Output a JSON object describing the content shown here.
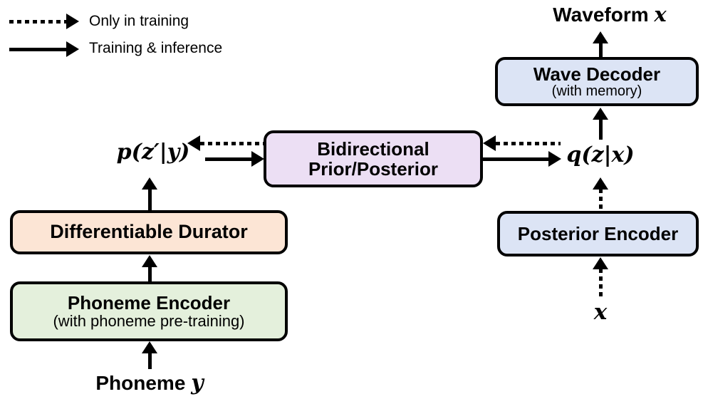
{
  "legend": {
    "items": [
      {
        "label": "Only in training",
        "style": "dotted"
      },
      {
        "label": "Training & inference",
        "style": "solid"
      }
    ]
  },
  "nodes": {
    "wave_decoder": {
      "title": "Wave Decoder",
      "subtitle": "(with memory)",
      "fill": "#dce4f5"
    },
    "bidirectional": {
      "title_line1": "Bidirectional",
      "title_line2": "Prior/Posterior",
      "fill": "#ecdff4"
    },
    "durator": {
      "title": "Differentiable Durator",
      "fill": "#fce5d5"
    },
    "phoneme_encoder": {
      "title": "Phoneme Encoder",
      "subtitle": "(with phoneme pre-training)",
      "fill": "#e4f0dc"
    },
    "posterior_encoder": {
      "title": "Posterior Encoder",
      "fill": "#dce4f5"
    }
  },
  "labels": {
    "waveform_output": {
      "word": "Waveform",
      "var": "x"
    },
    "phoneme_input": {
      "word": "Phoneme",
      "var": "y"
    },
    "prior_latent": "p(z′|y)",
    "posterior_latent": "q(z|x)",
    "speech_input": "x"
  },
  "colors": {
    "background": "#ffffff",
    "stroke": "#000000"
  }
}
